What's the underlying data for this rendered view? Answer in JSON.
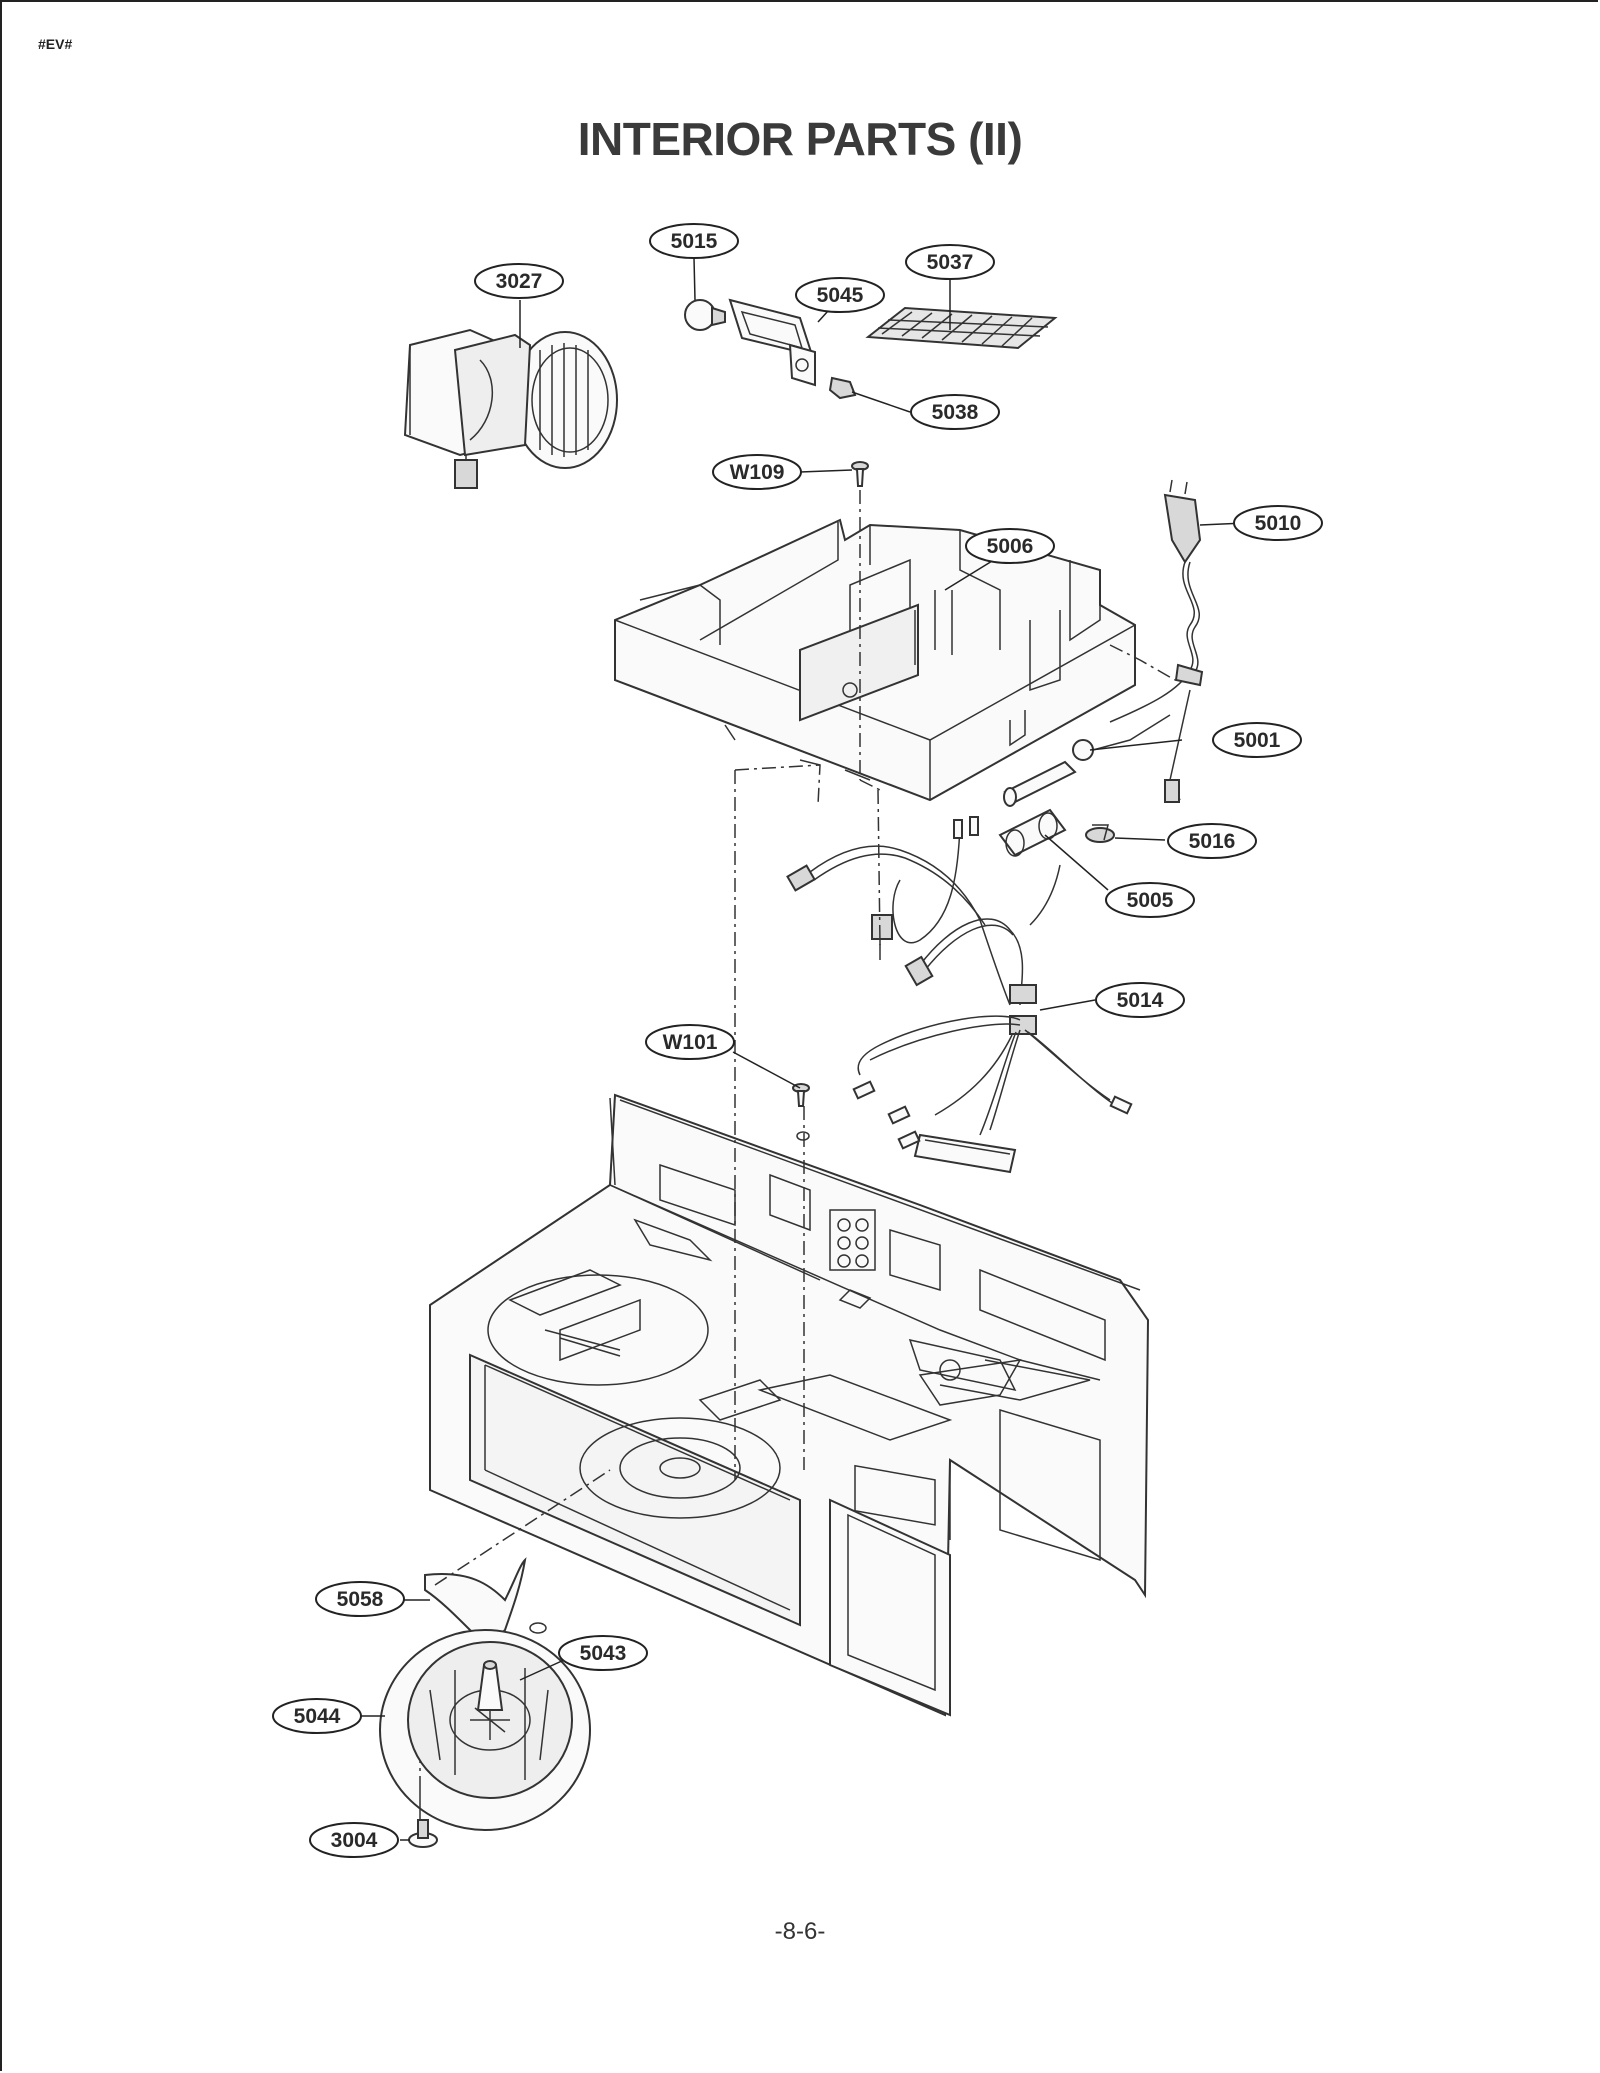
{
  "header": {
    "code": "#EV#"
  },
  "title": "INTERIOR PARTS (II)",
  "footer": {
    "page_number": "-8-6-"
  },
  "callouts": [
    {
      "id": "3027",
      "label": "3027"
    },
    {
      "id": "5015",
      "label": "5015"
    },
    {
      "id": "5045",
      "label": "5045"
    },
    {
      "id": "5037",
      "label": "5037"
    },
    {
      "id": "5038",
      "label": "5038"
    },
    {
      "id": "W109",
      "label": "W109"
    },
    {
      "id": "5006",
      "label": "5006"
    },
    {
      "id": "5010",
      "label": "5010"
    },
    {
      "id": "5001",
      "label": "5001"
    },
    {
      "id": "5016",
      "label": "5016"
    },
    {
      "id": "5005",
      "label": "5005"
    },
    {
      "id": "5014",
      "label": "5014"
    },
    {
      "id": "W101",
      "label": "W101"
    },
    {
      "id": "5058",
      "label": "5058"
    },
    {
      "id": "5043",
      "label": "5043"
    },
    {
      "id": "5044",
      "label": "5044"
    },
    {
      "id": "3004",
      "label": "3004"
    }
  ]
}
